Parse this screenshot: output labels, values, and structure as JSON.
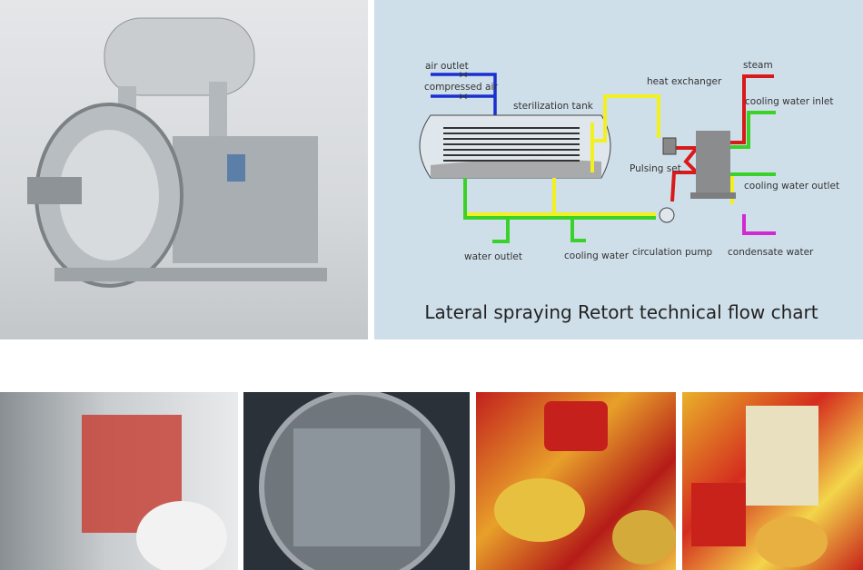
{
  "diagram": {
    "title": "Lateral spraying Retort technical flow chart",
    "labels": {
      "air_outlet": "air outlet",
      "compressed_air": "compressed air",
      "sterilization_tank": "sterilization tank",
      "heat_exchanger": "heat exchanger",
      "steam": "steam",
      "cooling_water_inlet": "cooling water inlet",
      "pulsing_set": "Pulsing set",
      "cooling_water_outlet": "cooling water outlet",
      "water_outlet": "water outlet",
      "cooling_water": "cooling water",
      "circulation_pump": "circulation pump",
      "condensate_water": "condensate water"
    },
    "colors": {
      "air": "#1a2fd0",
      "process_water": "#f2f020",
      "cooling": "#3ad22a",
      "steam": "#d81a1a",
      "condensate": "#d02ad0",
      "background": "#cfdfea"
    }
  }
}
